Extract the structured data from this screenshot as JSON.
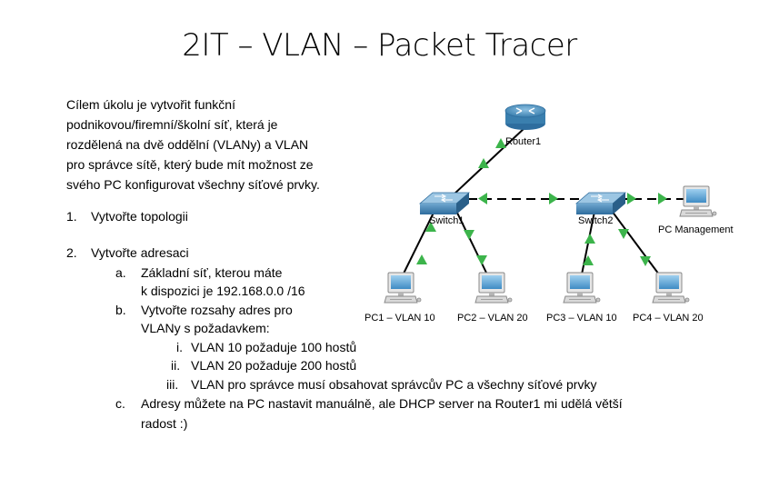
{
  "title": "2IT – VLAN – Packet Tracer",
  "intro_lines": [
    "Cílem úkolu je vytvořit funkční",
    "podnikovou/firemní/školní síť, která je",
    "rozdělená na dvě oddělní (VLANy) a VLAN",
    "pro správce sítě, který bude mít možnost ze",
    "svého PC konfigurovat všechny síťové prvky."
  ],
  "items": {
    "one_num": "1.",
    "one": "Vytvořte topologii",
    "two_num": "2.",
    "two": "Vytvořte adresaci",
    "a_num": "a.",
    "a1": "Základní síť, kterou máte",
    "a2": "k dispozici je 192.168.0.0 /16",
    "b_num": "b.",
    "b1": "Vytvořte rozsahy adres pro",
    "b2": "VLANy s požadavkem:",
    "i_num": "i.",
    "i": "VLAN 10 požaduje 100 hostů",
    "ii_num": "ii.",
    "ii": "VLAN 20 požaduje 200 hostů",
    "iii_num": "iii.",
    "iii": "VLAN pro správce musí obsahovat správcův PC a všechny síťové prvky",
    "c_num": "c.",
    "c1": "Adresy můžete na PC nastavit manuálně, ale DHCP server na Router1 mi udělá větší",
    "c2": "radost :)"
  },
  "diagram": {
    "router": "Router1",
    "switch1": "Switch1",
    "switch2": "Switch2",
    "pc_mgmt": "PC Management",
    "pc1": "PC1 – VLAN 10",
    "pc2": "PC2 – VLAN 20",
    "pc3": "PC3 – VLAN 10",
    "pc4": "PC4 – VLAN 20",
    "colors": {
      "link_up": "#3cb44b",
      "device": "#3f7fb3",
      "router": "#5a9cc8"
    }
  }
}
